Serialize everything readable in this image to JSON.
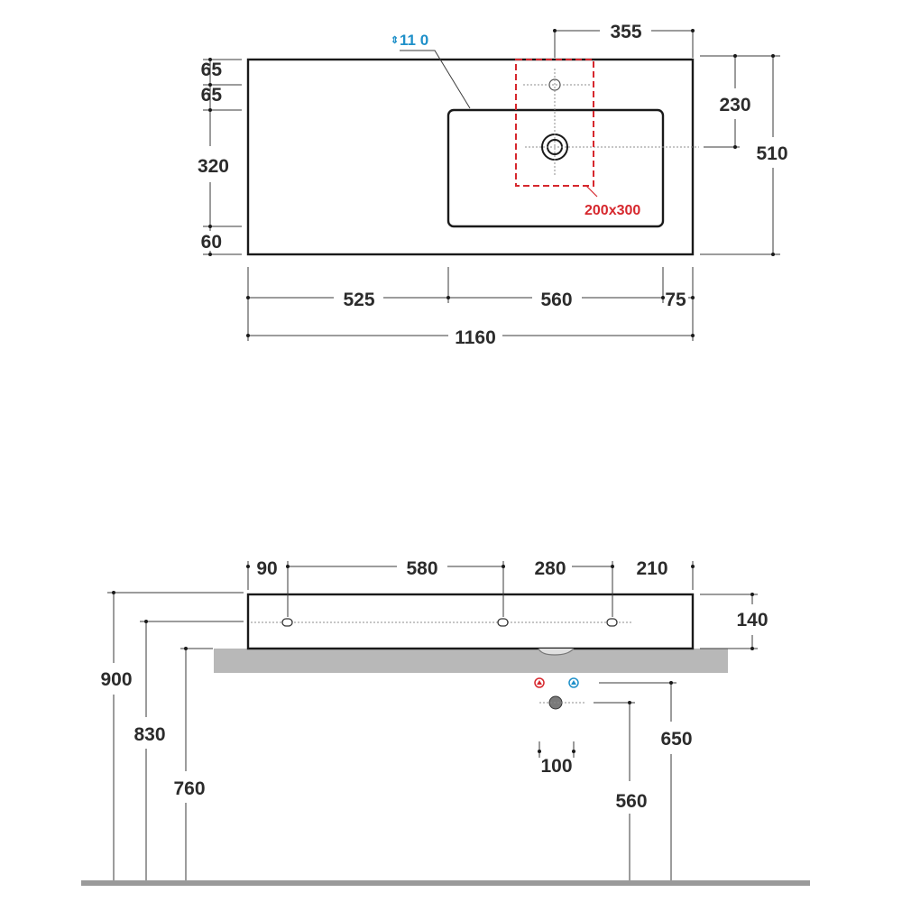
{
  "top_view": {
    "faucet_hole_dia": "11 0",
    "dim_355": "355",
    "dim_65a": "65",
    "dim_65b": "65",
    "dim_320": "320",
    "dim_60": "60",
    "dim_230": "230",
    "dim_510": "510",
    "dim_525": "525",
    "dim_560": "560",
    "dim_75": "75",
    "dim_1160": "1160",
    "cutout_label": "200x300"
  },
  "front_view": {
    "dim_90": "90",
    "dim_580": "580",
    "dim_280": "280",
    "dim_210": "210",
    "dim_140": "140",
    "dim_900": "900",
    "dim_830": "830",
    "dim_760": "760",
    "dim_650": "650",
    "dim_560": "560",
    "dim_100": "100"
  },
  "colors": {
    "line": "#1a1a1a",
    "cutout": "#d6272d",
    "hole_label": "#1f90c9",
    "counter": "#b8b8b8",
    "floor": "#9a9a9a",
    "hot": "#d6272d",
    "cold": "#1f90c9"
  }
}
